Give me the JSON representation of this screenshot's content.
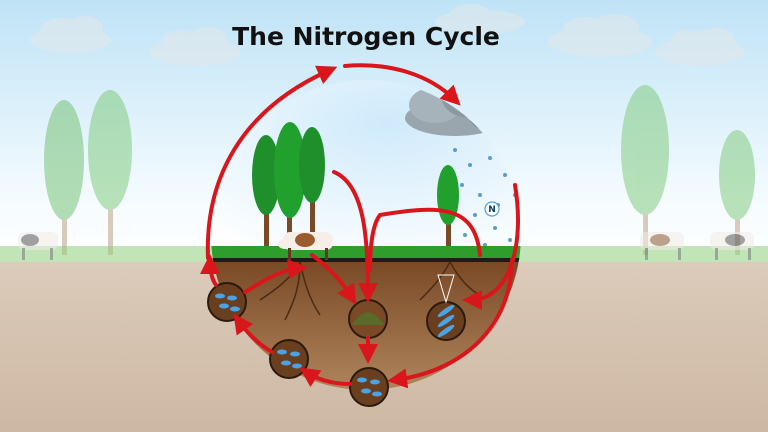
{
  "title": "The Nitrogen Cycle",
  "nodes": {
    "nitrogen_ion_symbol": "N",
    "nitrogen_ion_symbol_2": "N"
  },
  "colors": {
    "sky_top": "#bfe3f6",
    "sky_bottom": "#ffffff",
    "soil_surface": "#dccbbb",
    "soil_deep": "#c9b39c",
    "grass": "#2f9d2b",
    "tree_green": "#1f9a2c",
    "cycle_arrow": "#d8161b",
    "root_soil": "#6a3f1f",
    "bacteria_blue": "#4aa3e6",
    "cloud_gray": "#7e8b95",
    "rain_blue": "#5a9ec8"
  },
  "icons": [
    "sun-sky",
    "cloud-icon",
    "rain-icon",
    "tree-icon",
    "cow-icon",
    "roots-icon",
    "bacteria-icon",
    "decomposition-icon",
    "cycle-arrow-icon",
    "nitrogen-ion-icon"
  ]
}
